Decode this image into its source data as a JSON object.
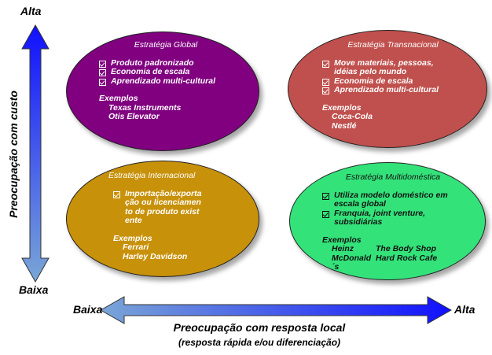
{
  "axes": {
    "vertical": {
      "high": "Alta",
      "low": "Baixa",
      "label": "Preocupação com custo"
    },
    "horizontal": {
      "low": "Baixa",
      "high": "Alta",
      "label": "Preocupação com resposta local",
      "sublabel": "(resposta rápida e/ou diferenciação)"
    }
  },
  "colors": {
    "arrow_blue_dark": "#1a1aff",
    "arrow_blue_light": "#6fa0d8",
    "global": "#800080",
    "transnacional": "#c0504d",
    "internacional": "#c8910a",
    "multidomestica": "#33e37a"
  },
  "strategies": {
    "global": {
      "title": "Estratégia Global",
      "items": [
        "Produto padronizado",
        "Economia de escala",
        "Aprendizado multi-cultural"
      ],
      "examples_title": "Exemplos",
      "examples": [
        "Texas Instruments",
        "Otis Elevator"
      ]
    },
    "transnacional": {
      "title": "Estratégia Transnacional",
      "items": [
        "Move materiais,  pessoas, idéias pelo mundo",
        "Economia de escala",
        "Aprendizado multi-cultural"
      ],
      "examples_title": "Exemplos",
      "examples": [
        "Coca-Cola",
        "Nestlé"
      ]
    },
    "internacional": {
      "title": "Estratégia Internacional",
      "items": [
        "Importação/exportação ou licenciamento de produto existente"
      ],
      "examples_title": "Exemplos",
      "examples": [
        "Ferrari",
        "Harley Davidson"
      ]
    },
    "multidomestica": {
      "title": "Estratégia Multidoméstica",
      "items": [
        "Utiliza modelo doméstico em escala global",
        "Franquia, joint venture, subsidiárias"
      ],
      "examples_title": "Exemplos",
      "examples_left": [
        "Heinz",
        "McDonald´s"
      ],
      "examples_right": [
        "The Body Shop",
        "Hard Rock Cafe"
      ]
    }
  }
}
